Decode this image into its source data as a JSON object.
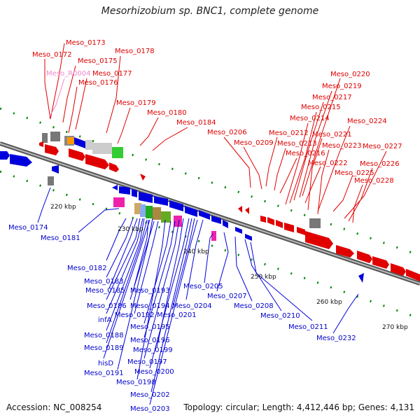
{
  "title": "Mesorhizobium sp. BNC1, complete genome",
  "footer": {
    "accession": "Accession: NC_008254",
    "topology": "Topology: circular; Length: 4,412,446 bp; Genes: 4,131"
  },
  "colors": {
    "forward": "#e00000",
    "reverse": "#0000dd",
    "rna": "#ee88cc",
    "backbone": "#555555",
    "tick": "#008800"
  },
  "ticks": [
    "220 kbp",
    "230 kbp",
    "240 kbp",
    "250 kbp",
    "260 kbp",
    "270 kbp"
  ],
  "labels": {
    "top": [
      "Meso_0173",
      "Meso_0172",
      "Meso_0175",
      "Meso_0178",
      "Meso_R0004",
      "Meso_0177",
      "Meso_0176",
      "Meso_0179",
      "Meso_0180",
      "Meso_0184",
      "Meso_0206",
      "Meso_0209",
      "Meso_0220",
      "Meso_0219",
      "Meso_0217",
      "Meso_0215",
      "Meso_0214",
      "Meso_0224",
      "Meso_0212",
      "Meso_0221",
      "Meso_0213",
      "Meso_0223",
      "Meso_0227",
      "Meso_0216",
      "Meso_0222",
      "Meso_0226",
      "Meso_0225",
      "Meso_0228"
    ],
    "bottom": [
      "Meso_0174",
      "Meso_0181",
      "Meso_0182",
      "Meso_0183",
      "Meso_0185",
      "Meso_0193",
      "Meso_0205",
      "Meso_0207",
      "Meso_0186",
      "Meso_0194",
      "Meso_0204",
      "Meso_0208",
      "infA",
      "Meso_0192",
      "Meso_0201",
      "Meso_0210",
      "Meso_0195",
      "Meso_0211",
      "Meso_0188",
      "Meso_0196",
      "Meso_0232",
      "Meso_0189",
      "Meso_0199",
      "hisD",
      "Meso_0197",
      "Meso_0191",
      "Meso_0200",
      "Meso_0198",
      "Meso_0202",
      "Meso_0203"
    ]
  }
}
